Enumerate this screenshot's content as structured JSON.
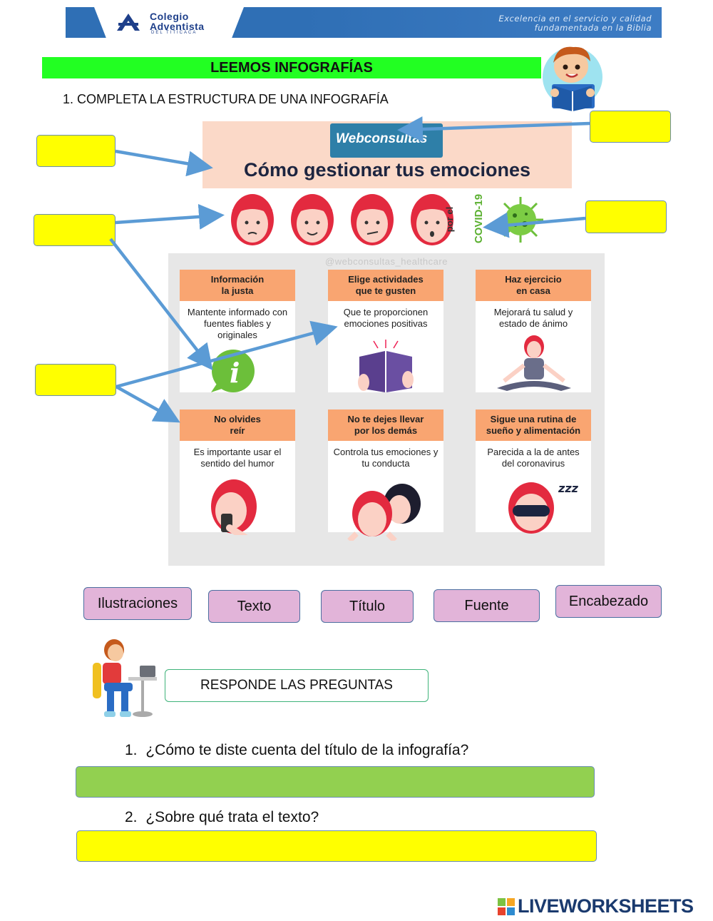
{
  "header": {
    "school_line1": "Colegio",
    "school_line2": "Adventista",
    "school_sub": "DEL TITICACA",
    "motto_line1": "Excelencia en el servicio y calidad",
    "motto_line2": "fundamentada en la Biblia"
  },
  "worksheet": {
    "title": "LEEMOS INFOGRAFÍAS",
    "instruction": "1.  COMPLETA LA ESTRUCTURA DE UNA INFOGRAFÍA"
  },
  "infographic": {
    "source_logo": "Webconsultas",
    "title": "Cómo gestionar tus emociones",
    "covid_by": "por el",
    "covid_name": "COVID-19",
    "watermark": "@webconsultas_healthcare",
    "cards": [
      {
        "head": "Información\nla justa",
        "body": "Mantente informado con fuentes fiables y originales"
      },
      {
        "head": "Elige actividades\nque te gusten",
        "body": "Que te proporcionen emociones positivas"
      },
      {
        "head": "Haz ejercicio\nen casa",
        "body": "Mejorará tu salud y estado de ánimo"
      },
      {
        "head": "No olvides\nreír",
        "body": "Es importante usar el sentido del humor"
      },
      {
        "head": "No te dejes llevar\npor los demás",
        "body": "Controla tus emociones y tu conducta"
      },
      {
        "head": "Sigue una rutina de\nsueño y alimentación",
        "body": "Parecida a la de antes del coronavirus"
      }
    ],
    "zzz": "zzz"
  },
  "word_bank": [
    "Ilustraciones",
    "Texto",
    "Título",
    "Fuente",
    "Encabezado"
  ],
  "responde": "RESPONDE LAS PREGUNTAS",
  "questions": [
    {
      "number": "1.",
      "text": "¿Cómo te diste cuenta del título de la infografía?",
      "answer": ""
    },
    {
      "number": "2.",
      "text": "¿Sobre qué trata el texto?",
      "answer": ""
    }
  ],
  "footer_logo": "LIVEWORKSHEETS",
  "colors": {
    "title_bar": "#22ff22",
    "answer_box_yellow": "#ffff00",
    "answer_box_green": "#92d050",
    "chip": "#e2b4d9",
    "arrow": "#5b9bd5",
    "card_head": "#f9a571"
  }
}
